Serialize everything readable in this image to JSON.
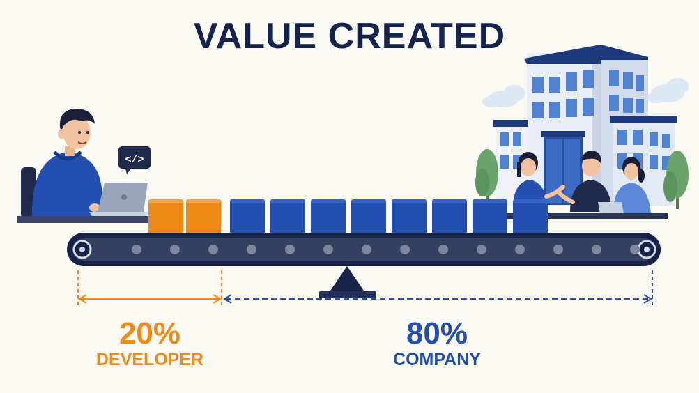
{
  "title": "VALUE CREATED",
  "code_badge": "</>",
  "colors": {
    "navy": "#14244d",
    "orange": "#ef8a17",
    "blue": "#2350b0"
  },
  "split": {
    "developer": {
      "percent": "20%",
      "label": "DEVELOPER",
      "blocks": 2
    },
    "company": {
      "percent": "80%",
      "label": "COMPANY",
      "blocks": 8
    }
  }
}
